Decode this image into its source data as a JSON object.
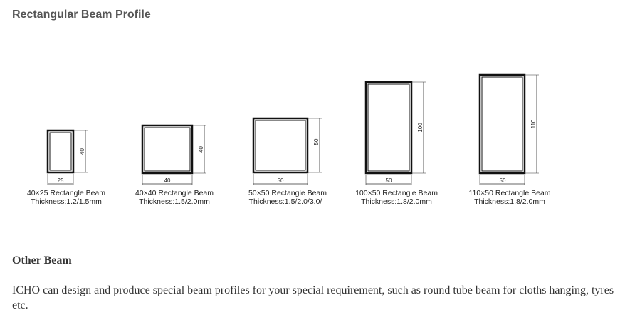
{
  "heading": "Rectangular Beam Profile",
  "profiles": [
    {
      "width": "25",
      "height": "40",
      "name": "40×25 Rectangle Beam",
      "thickness": "Thickness:1.2/1.5mm"
    },
    {
      "width": "40",
      "height": "40",
      "name": "40×40 Rectangle Beam",
      "thickness": "Thickness:1.5/2.0mm"
    },
    {
      "width": "50",
      "height": "50",
      "name": "50×50 Rectangle Beam",
      "thickness": "Thickness:1.5/2.0/3.0/"
    },
    {
      "width": "50",
      "height": "100",
      "name": "100×50 Rectangle Beam",
      "thickness": "Thickness:1.8/2.0mm"
    },
    {
      "width": "50",
      "height": "110",
      "name": "110×50 Rectangle Beam",
      "thickness": "Thickness:1.8/2.0mm"
    }
  ],
  "section": {
    "title": "Other Beam",
    "body": "ICHO can design and produce special beam profiles for your special requirement, such as round tube beam for cloths hanging, tyres etc."
  }
}
